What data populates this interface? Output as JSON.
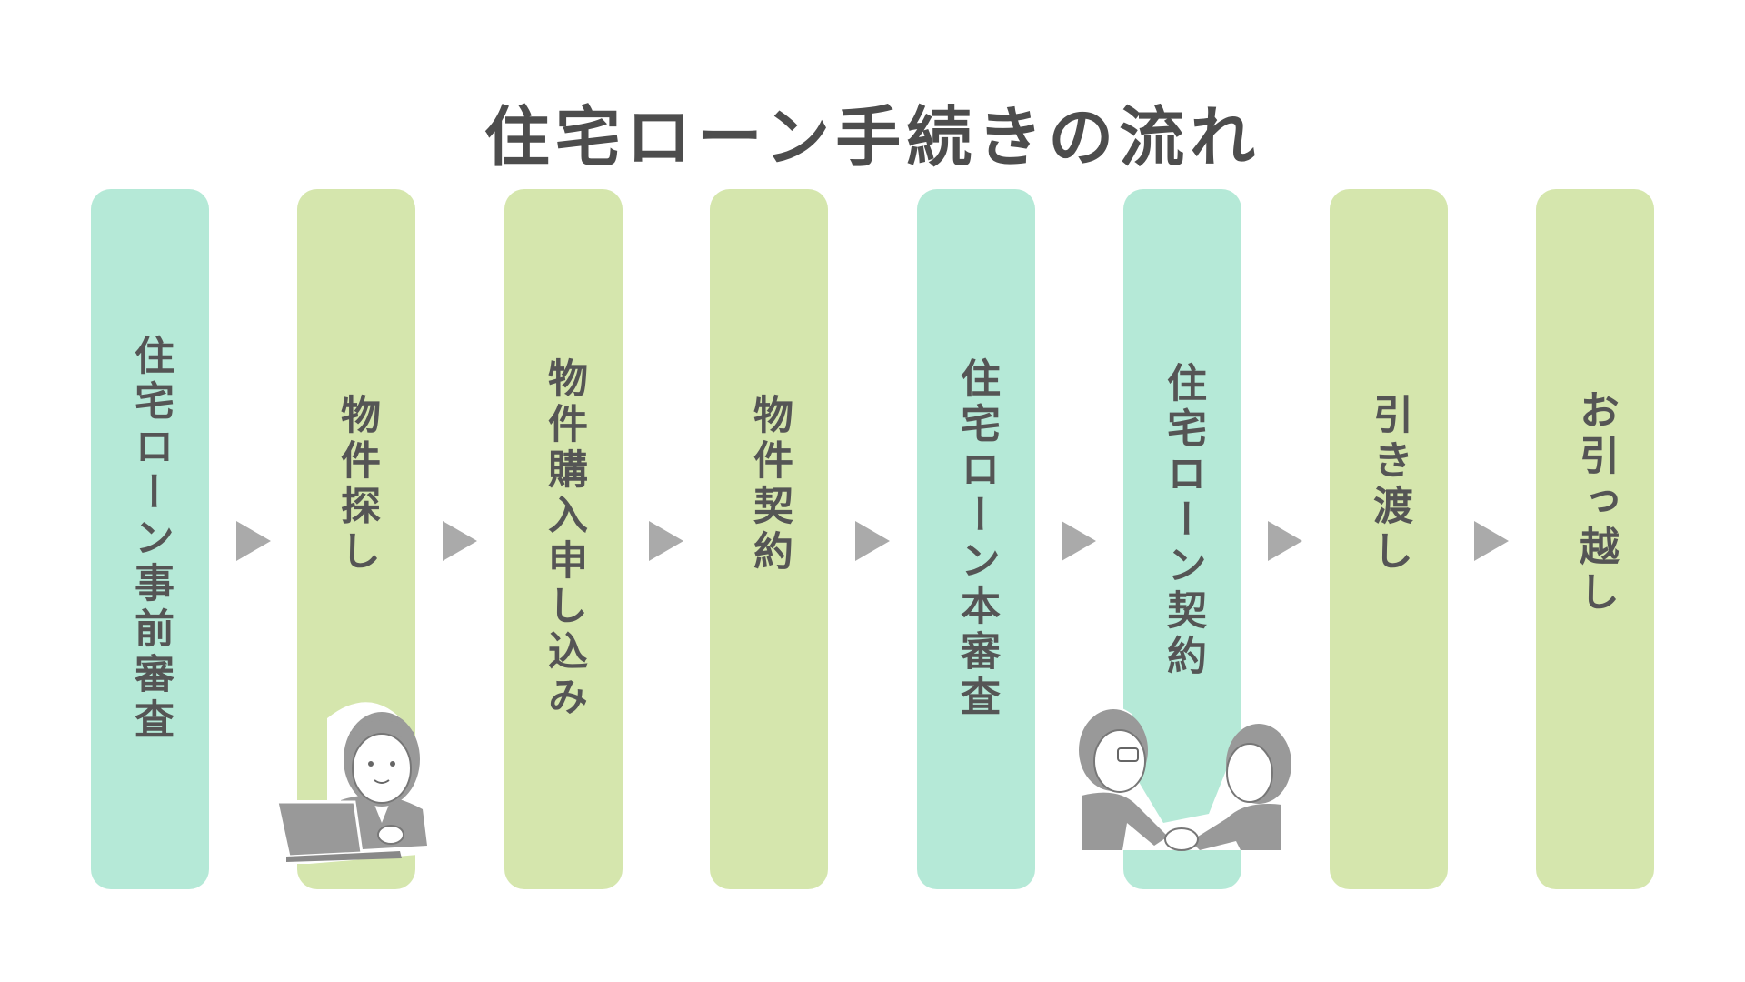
{
  "title": "住宅ローン手続きの流れ",
  "steps": [
    {
      "label": "住宅ローン事前審査",
      "color": "#b5e9d7"
    },
    {
      "label": "物件探し",
      "color": "#d5e6ad"
    },
    {
      "label": "物件購入申し込み",
      "color": "#d5e6ad"
    },
    {
      "label": "物件契約",
      "color": "#d5e6ad"
    },
    {
      "label": "住宅ローン本審査",
      "color": "#b5e9d7"
    },
    {
      "label": "住宅ローン契約",
      "color": "#b5e9d7"
    },
    {
      "label": "引き渡し",
      "color": "#d5e6ad"
    },
    {
      "label": "お引っ越し",
      "color": "#d5e6ad"
    }
  ]
}
